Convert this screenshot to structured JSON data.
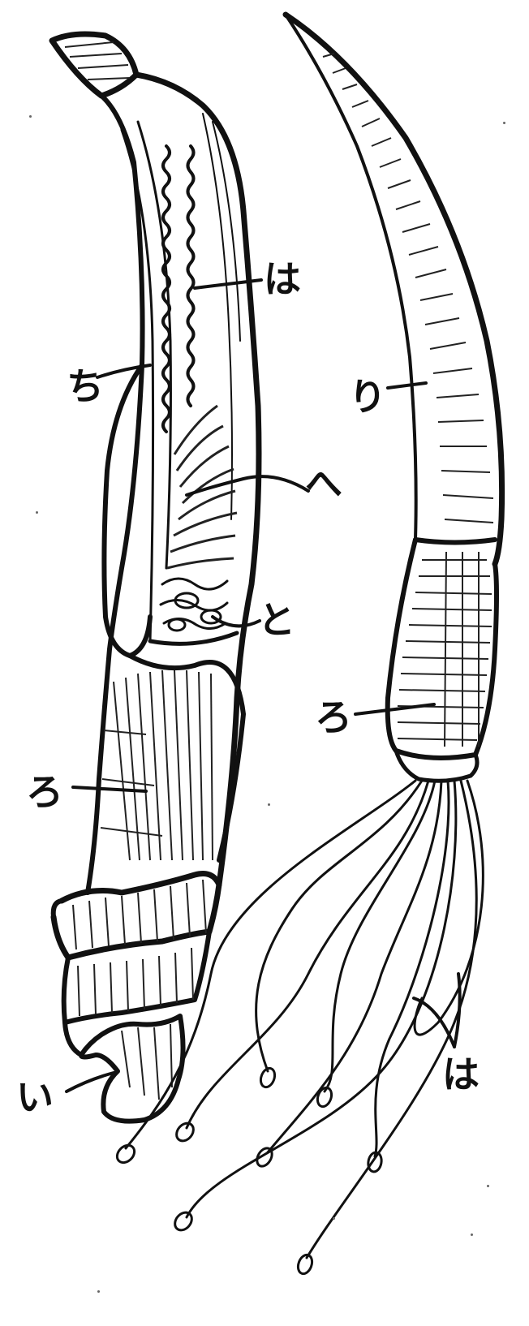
{
  "figure": {
    "left_labels": {
      "ha": "は",
      "chi": "ち",
      "he": "へ",
      "to": "と",
      "ro": "ろ",
      "i": "い"
    },
    "right_labels": {
      "ri": "り",
      "ro": "ろ",
      "ha": "は"
    }
  }
}
